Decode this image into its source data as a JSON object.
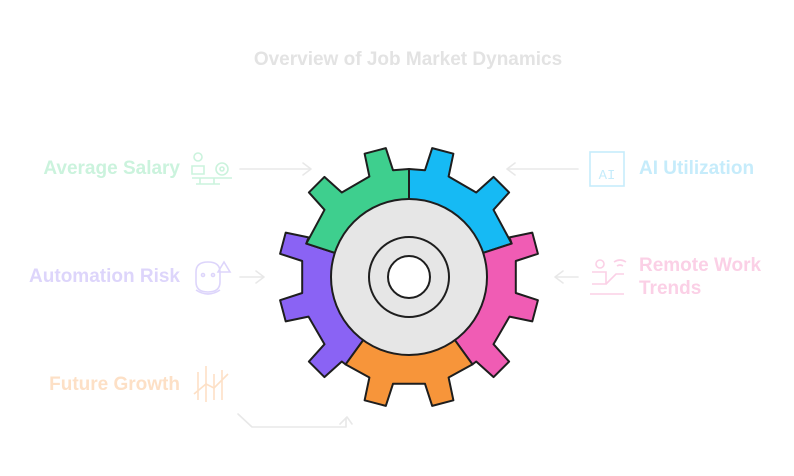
{
  "title": "Overview of Job Market Dynamics",
  "items": [
    {
      "label": "Average Salary",
      "color": "#2fd07c",
      "icon": "money-stack-icon"
    },
    {
      "label": "AI Utilization",
      "color": "#19b8f0",
      "icon": "ai-chip-icon"
    },
    {
      "label": "Automation Risk",
      "color": "#8b6cf5",
      "icon": "robot-risk-icon"
    },
    {
      "label": "Remote Work Trends",
      "color": "#f05eb5",
      "icon": "remote-worker-icon"
    },
    {
      "label": "Future Growth",
      "color": "#f79a3a",
      "icon": "growth-chart-icon"
    }
  ],
  "colors": {
    "gear_green": "#3ecf8e",
    "gear_blue": "#16baf4",
    "gear_purple": "#8a63f4",
    "gear_pink": "#f05cb4",
    "gear_orange": "#f7953a",
    "hub": "#e6e6e6",
    "outline": "#1e1e1e",
    "title": "#e6e6e6"
  }
}
